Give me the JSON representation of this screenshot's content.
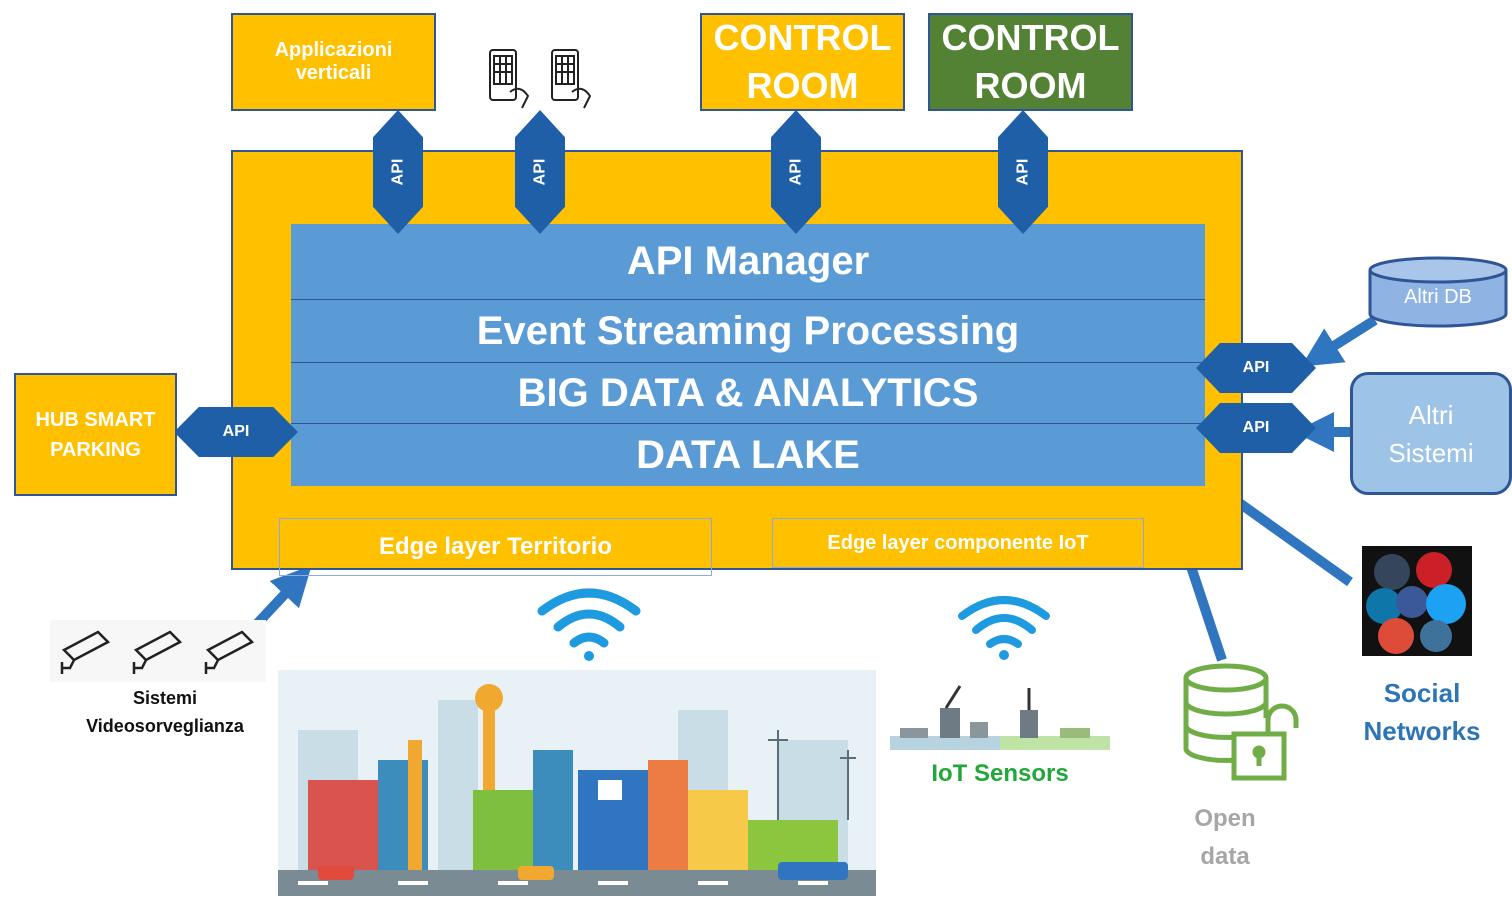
{
  "top_boxes": {
    "applicazioni": "Applicazioni verticali",
    "control_room_1": "CONTROL ROOM",
    "control_room_2": "CONTROL ROOM"
  },
  "api_label": "API",
  "layers": {
    "api_manager": "API Manager",
    "event_streaming": "Event Streaming  Processing",
    "big_data": "BIG DATA & ANALYTICS",
    "data_lake": "DATA LAKE"
  },
  "edge": {
    "territorio": "Edge layer  Territorio",
    "iot": "Edge layer componente IoT"
  },
  "left": {
    "hub": "HUB SMART PARKING",
    "videosorveglianza": "Sistemi Videosorveglianza"
  },
  "right": {
    "altri_db": "Altri DB",
    "altri_sistemi": "Altri Sistemi",
    "social": "Social Networks",
    "open_data": "Open data"
  },
  "bottom": {
    "iot_sensors": "IoT Sensors"
  },
  "colors": {
    "platform": "#ffc000",
    "layer": "#5b9bd5",
    "api": "#1f5fa8",
    "control_room_green": "#548235",
    "iot_label": "#22a83a",
    "social_label": "#2e75b6",
    "open_data_label": "#a6a6a6",
    "open_data_icon": "#70ad47"
  }
}
